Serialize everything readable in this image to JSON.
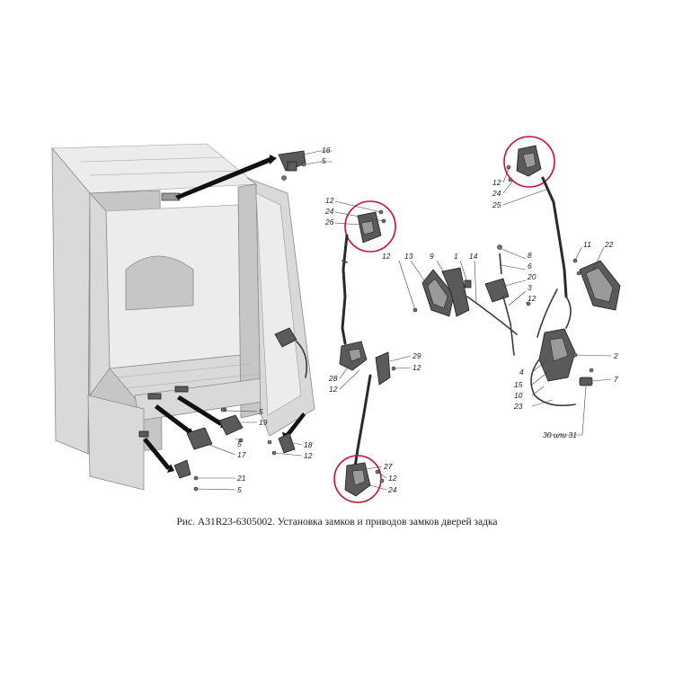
{
  "caption": "Рис. A31R23-6305002. Установка замков и приводов замков дверей задка",
  "callouts": {
    "c16": "16",
    "c5a": "5",
    "c12a": "12",
    "c24a": "24",
    "c26": "26",
    "c12b": "12",
    "c13": "13",
    "c9": "9",
    "c1": "1",
    "c14": "14",
    "c8": "8",
    "c6": "6",
    "c20": "20",
    "c3": "3",
    "c12c": "12",
    "c12d": "12",
    "c24b": "24",
    "c25": "25",
    "c11": "11",
    "c22": "22",
    "c2": "2",
    "c4": "4",
    "c15": "15",
    "c10": "10",
    "c23": "23",
    "c7": "7",
    "c3031": "30 или 31",
    "c29": "29",
    "c12e": "12",
    "c28": "28",
    "c12f": "12",
    "c5b": "5",
    "c19": "19",
    "c5c": "5",
    "c17": "17",
    "c18": "18",
    "c12g": "12",
    "c21": "21",
    "c5d": "5",
    "c27": "27",
    "c12h": "12",
    "c24c": "24"
  },
  "colors": {
    "highlight": "#c8102e",
    "part": "#5a5a5a",
    "body": "#d9d9d9"
  }
}
